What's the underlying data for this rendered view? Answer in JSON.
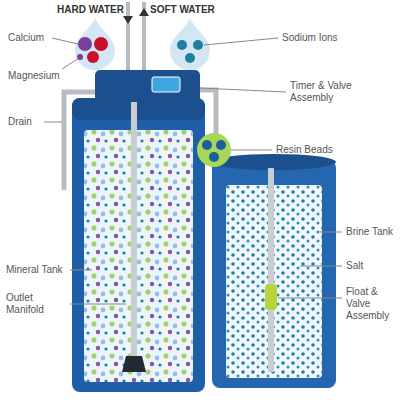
{
  "diagram": {
    "labels": [
      "HARD WATER",
      "SOFT WATER",
      "Calcium",
      "Sodium Ions",
      "Magnesium",
      "Timer & Valve Assembly",
      "Drain",
      "Resin Beads",
      "Brine Tank",
      "Mineral Tank",
      "Salt",
      "Outlet Manifold",
      "Float & Valve Assembly"
    ]
  }
}
